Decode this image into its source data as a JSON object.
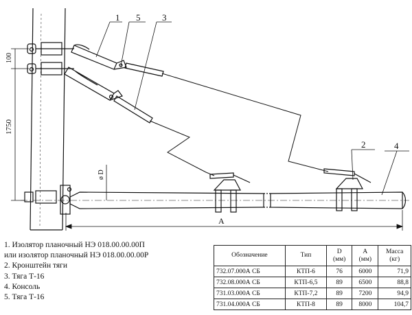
{
  "callouts": [
    "1",
    "5",
    "3",
    "2",
    "4"
  ],
  "dimensions": {
    "top_spacing": "100",
    "height": "1750",
    "diameter": "ø D",
    "length": "A"
  },
  "legend": [
    "1. Изолятор планочный   НЭ 018.00.00.00П",
    "или изолятор планочный НЭ 018.00.00.00Р",
    "2.  Кронштейн тяги",
    "3.  Тяга Т-16",
    "4.  Консоль",
    "5.  Тяга Т-16"
  ],
  "table": {
    "headers": [
      "Обозначение",
      "Тип",
      "D\n(мм)",
      "A\n(мм)",
      "Масса\n(кг)"
    ],
    "rows": [
      [
        "732.07.000А СБ",
        "КТП-6",
        "76",
        "6000",
        "71,9"
      ],
      [
        "732.08.000А СБ",
        "КТП-6,5",
        "89",
        "6500",
        "88,8"
      ],
      [
        "731.03.000А СБ",
        "КТП-7,2",
        "89",
        "7200",
        "94,9"
      ],
      [
        "731.04.000А СБ",
        "КТП-8",
        "89",
        "8000",
        "104,7"
      ]
    ]
  }
}
